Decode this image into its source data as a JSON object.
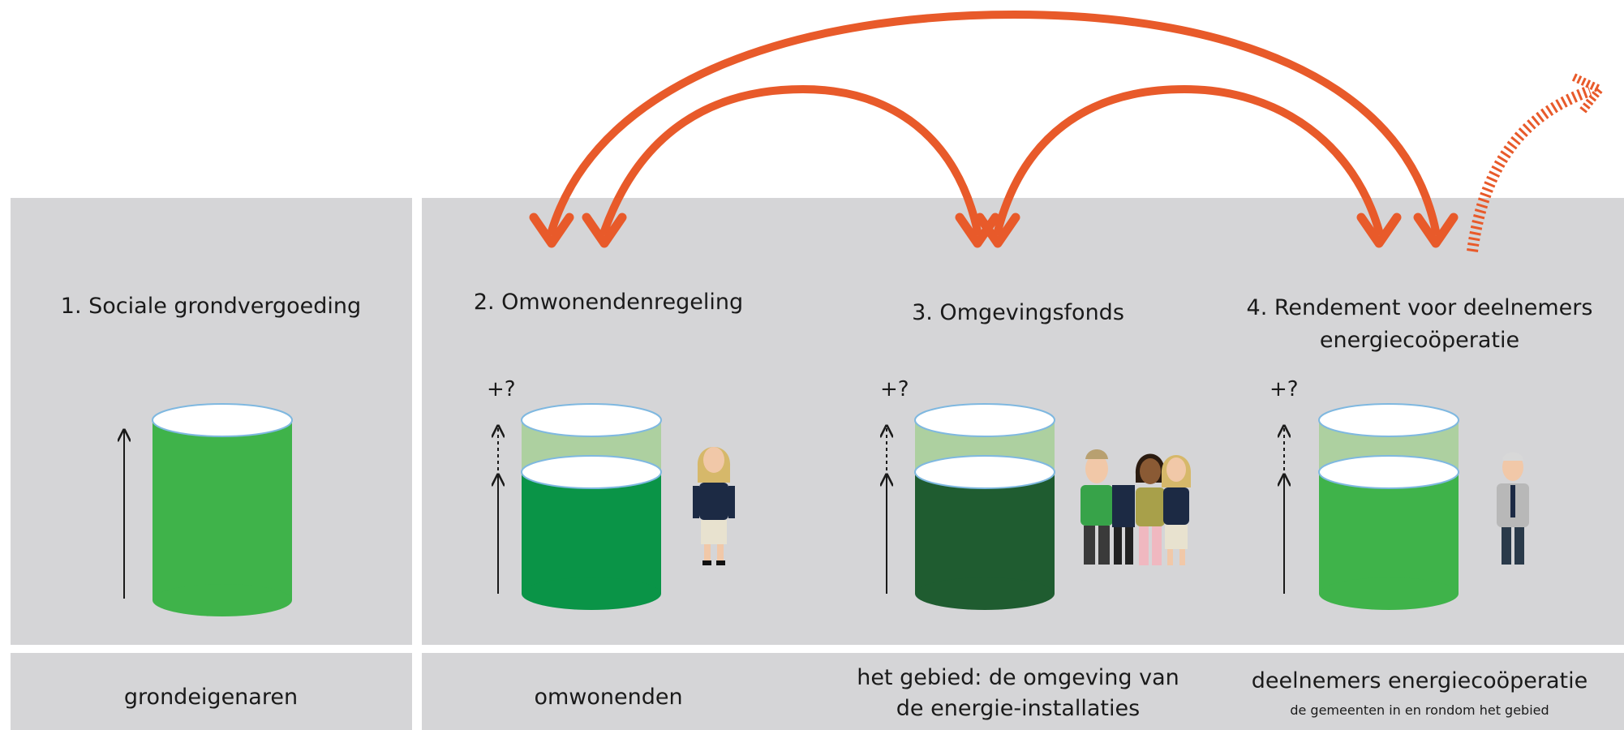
{
  "sections": [
    {
      "title": "1. Sociale grondvergoeding",
      "label": "grondeigenaren",
      "sublabel": ""
    },
    {
      "title": "2. Omwonendenregeling",
      "label": "omwonenden",
      "sublabel": ""
    },
    {
      "title": "3. Omgevingsfonds",
      "label_line1": "het gebied: de omgeving van",
      "label_line2": "de energie-installaties",
      "sublabel": ""
    },
    {
      "title_line1": "4. Rendement voor deelnemers",
      "title_line2": "energiecoöperatie",
      "label": "deelnemers energiecoöperatie",
      "sublabel": "de gemeenten in en rondom het gebied"
    }
  ],
  "plus_label": "+?",
  "colors": {
    "panel": "#d5d5d7",
    "arrow": "#e85a2a",
    "green_bright": "#3fb34a",
    "green_medium": "#0a9447",
    "green_dark": "#1f5c30",
    "cylinder_top": "#ffffff",
    "cylinder_rim": "#7fb8e0"
  },
  "icons": [
    "up-arrow-icon",
    "dashed-up-arrow-icon",
    "curved-arrow-icon",
    "person-icon"
  ]
}
